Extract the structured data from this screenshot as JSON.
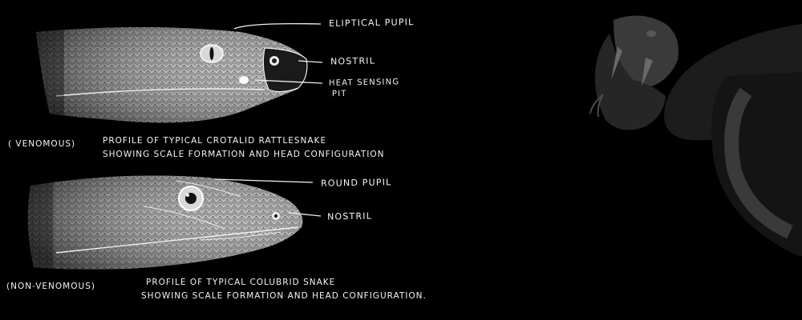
{
  "venomous": {
    "labels": {
      "pupil": "Eliptical pupil",
      "nostril": "Nostril",
      "pit_line1": "Heat sensing",
      "pit_line2": "pit"
    },
    "tag": "( venomous)",
    "caption_line1": "Profile of typical crotalid rattlesnake",
    "caption_line2": "showing scale formation and head configuration"
  },
  "non_venomous": {
    "labels": {
      "pupil": "Round pupil",
      "nostril": "Nostril"
    },
    "tag": "(non-venomous)",
    "caption_line1": "Profile of typical colubrid snake",
    "caption_line2": "showing scale formation and head configuration."
  },
  "colors": {
    "background": "#000000",
    "ink": "#f2f2f2",
    "shadow_art": "#3a3a3a"
  }
}
